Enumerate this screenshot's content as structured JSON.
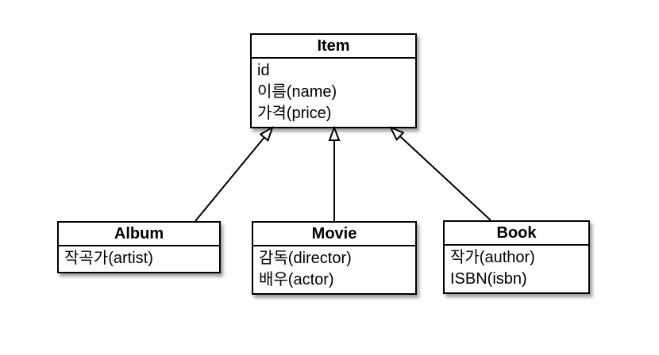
{
  "diagram": {
    "classes": [
      {
        "name": "Item",
        "attributes": [
          "id",
          "이름(name)",
          "가격(price)"
        ]
      },
      {
        "name": "Album",
        "attributes": [
          "작곡가(artist)"
        ]
      },
      {
        "name": "Movie",
        "attributes": [
          "감독(director)",
          "배우(actor)"
        ]
      },
      {
        "name": "Book",
        "attributes": [
          "작가(author)",
          "ISBN(isbn)"
        ]
      }
    ],
    "relations": [
      {
        "from": "Album",
        "to": "Item",
        "type": "generalization",
        "arrowhead": "hollow-triangle"
      },
      {
        "from": "Movie",
        "to": "Item",
        "type": "generalization",
        "arrowhead": "hollow-triangle"
      },
      {
        "from": "Book",
        "to": "Item",
        "type": "generalization",
        "arrowhead": "hollow-triangle"
      }
    ],
    "colors": {
      "background": "#ffffff",
      "box_fill": "#ffffff",
      "border": "#000000",
      "text": "#000000"
    }
  }
}
